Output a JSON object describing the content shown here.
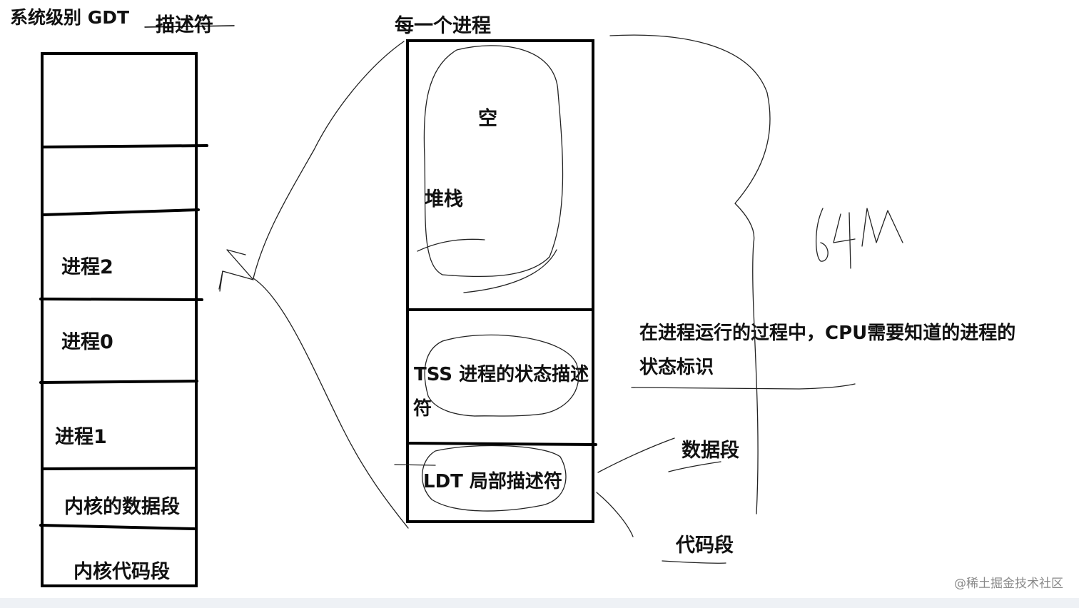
{
  "gdt": {
    "title": "系统级别 GDT",
    "subtitle": "描述符",
    "slots": [
      "进程2",
      "进程0",
      "进程1",
      "内核的数据段",
      "内核代码段"
    ]
  },
  "process": {
    "title": "每一个进程",
    "empty_label": "空",
    "stack_label": "堆栈",
    "tss_label_line1": "TSS 进程的状态描述",
    "tss_label_line2": "符",
    "ldt_label": "LDT 局部描述符"
  },
  "size_note": "64M",
  "note": {
    "line1": "在进程运行的过程中，CPU需要知道的进程的",
    "line2": "状态标识"
  },
  "ldt_targets": {
    "data_segment": "数据段",
    "code_segment": "代码段"
  },
  "watermark": "@稀土掘金技术社区"
}
